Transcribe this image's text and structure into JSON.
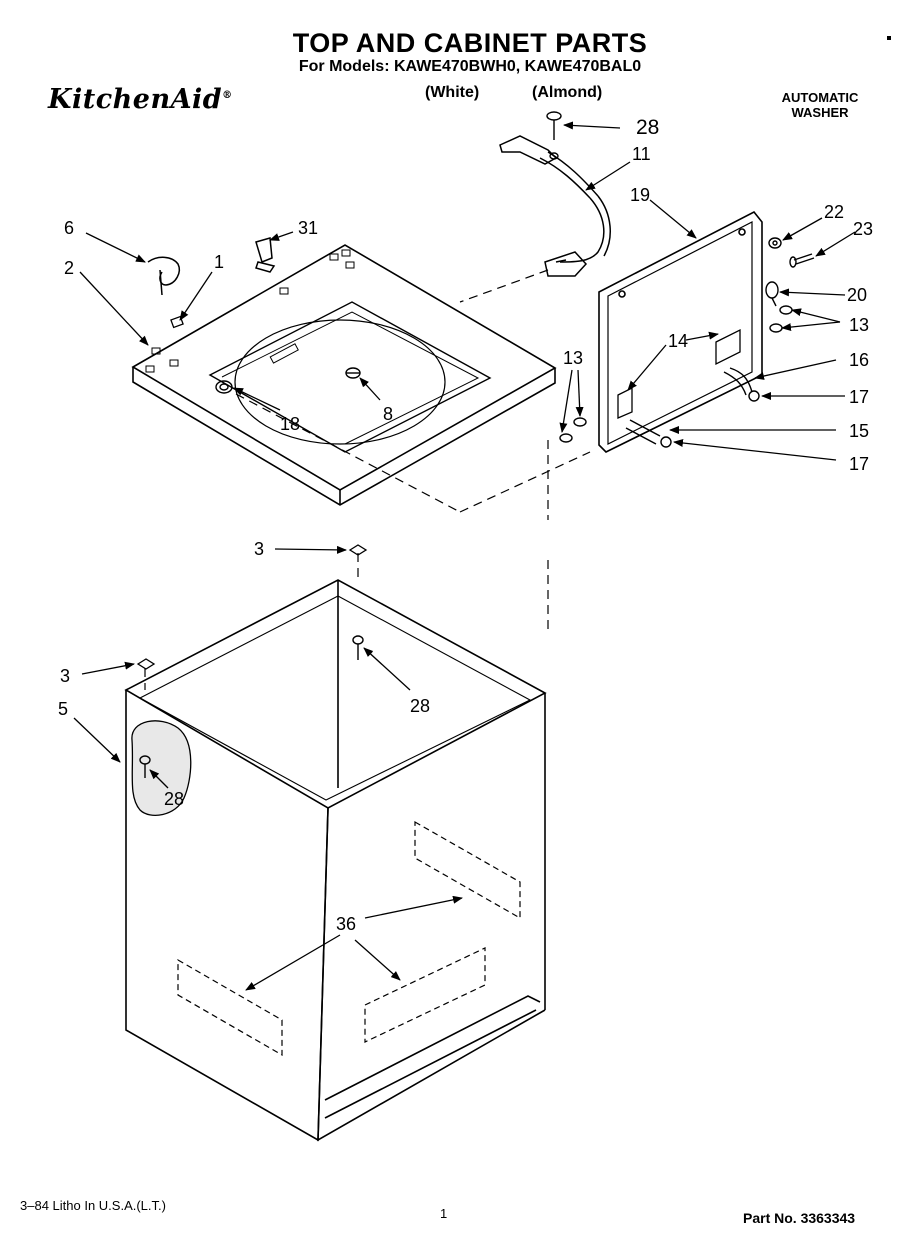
{
  "header": {
    "title": "TOP AND CABINET PARTS",
    "models_line": "For Models: KAWE470BWH0, KAWE470BAL0",
    "color_white": "(White)",
    "color_almond": "(Almond)",
    "brand": "KitchenAid",
    "brand_mark": "®",
    "product_type_line1": "AUTOMATIC",
    "product_type_line2": "WASHER"
  },
  "callouts": {
    "c1": "1",
    "c2": "2",
    "c3a": "3",
    "c3b": "3",
    "c5": "5",
    "c6": "6",
    "c8": "8",
    "c11": "11",
    "c13a": "13",
    "c13b": "13",
    "c14": "14",
    "c15": "15",
    "c16": "16",
    "c17a": "17",
    "c17b": "17",
    "c18": "18",
    "c19": "19",
    "c20": "20",
    "c22": "22",
    "c23": "23",
    "c28a": "28",
    "c28b": "28",
    "c28c": "28",
    "c31": "31",
    "c36": "36"
  },
  "footer": {
    "litho": "3–84 Litho In U.S.A.(L.T.)",
    "page_number": "1",
    "part_number": "Part No. 3363343"
  }
}
